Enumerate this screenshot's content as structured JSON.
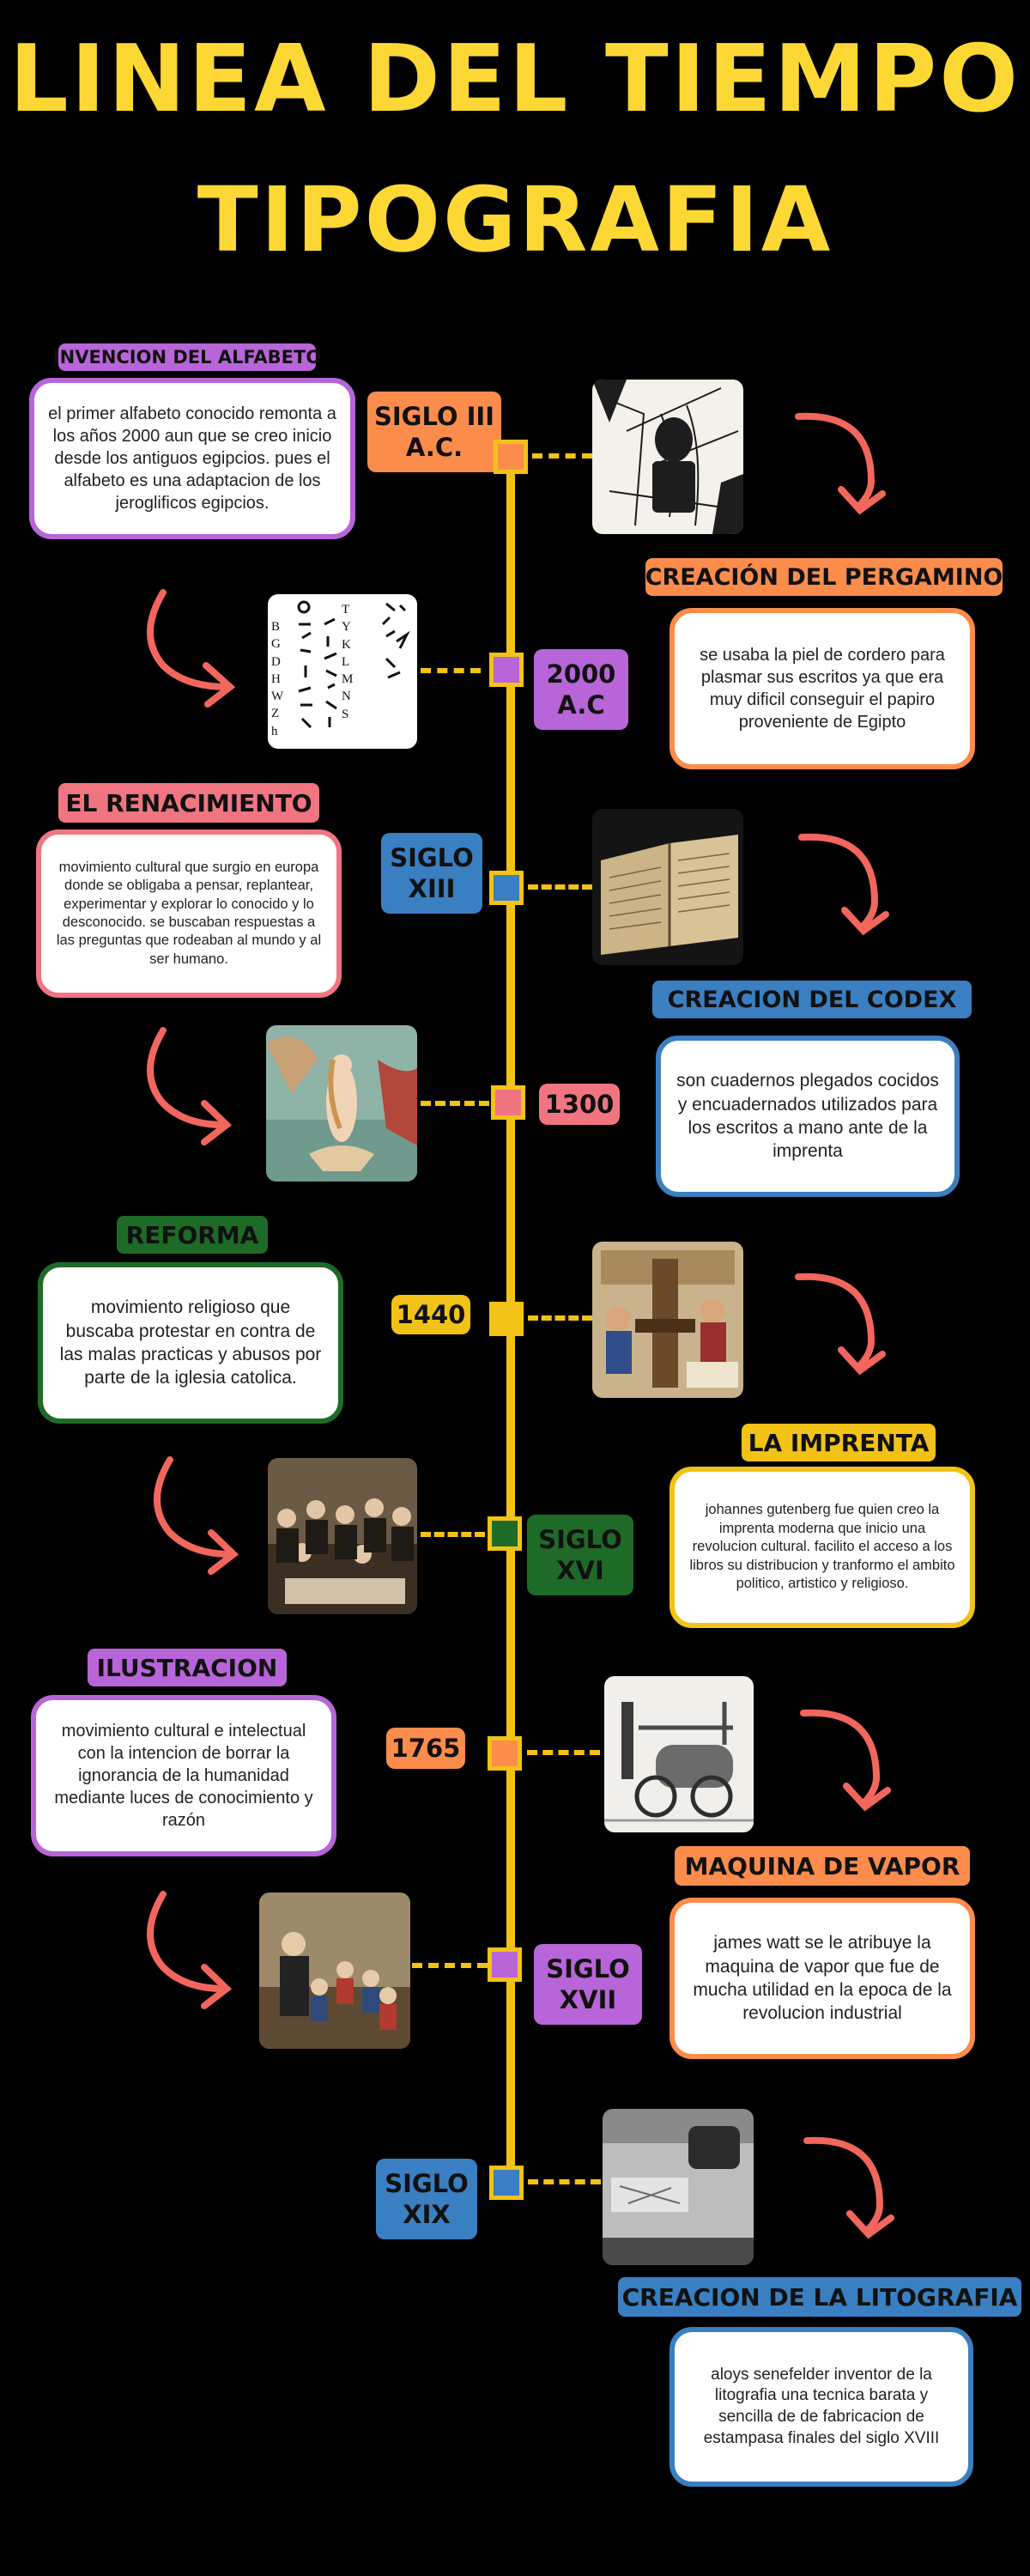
{
  "title": {
    "line1": "LINEA DEL TIEMPO",
    "line2": "TIPOGRAFIA"
  },
  "events": [
    {
      "date": "SIGLO III\nA.C.",
      "label": "INVENCION DEL ALFABETO",
      "text": "el primer alfabeto conocido remonta a los años 2000 aun que se creo inicio desde los antiguos egipcios. pues el alfabeto es una adaptacion de los jeroglificos egipcios."
    },
    {
      "date": "2000\nA.C",
      "label": "CREACIÓN DEL PERGAMINO",
      "text": "se usaba la piel de cordero para plasmar sus escritos ya que era muy dificil conseguir el papiro proveniente de Egipto"
    },
    {
      "date": "SIGLO\nXIII",
      "label": "EL RENACIMIENTO",
      "text": "movimiento cultural que surgio en europa donde se obligaba a pensar, replantear, experimentar y explorar lo conocido y lo desconocido. se buscaban respuestas a las preguntas que rodeaban al mundo y al ser humano."
    },
    {
      "date": "1300",
      "label": "CREACION DEL CODEX",
      "text": "son cuadernos plegados cocidos\ny encuadernados utilizados para los escritos a mano ante de la imprenta"
    },
    {
      "date": "1440",
      "label": "REFORMA",
      "text": "movimiento religioso que buscaba protestar en contra de las malas practicas y abusos por parte de la iglesia catolica."
    },
    {
      "date": "SIGLO\nXVI",
      "label": "LA IMPRENTA",
      "text": "johannes gutenberg fue quien creo la imprenta moderna que inicio una revolucion cultural. facilito el acceso a los libros  su distribucion y tranformo el ambito politico, artistico y religioso."
    },
    {
      "date": "1765",
      "label": "ILUSTRACION",
      "text": "movimiento cultural e intelectual con la intencion de borrar la ignorancia de la humanidad mediante luces de conocimiento y razón"
    },
    {
      "date": "SIGLO\nXVII",
      "label": "MAQUINA DE VAPOR",
      "text": "james watt se le atribuye la maquina de vapor que fue de mucha utilidad en la epoca de la revolucion industrial"
    },
    {
      "date": "SIGLO\nXIX",
      "label": "CREACION DE LA LITOGRAFIA",
      "text": "aloys senefelder inventor de la litografia una tecnica barata y sencilla de de fabricacion de estampasa finales del siglo XVIII"
    }
  ],
  "alphabet_glyphs": {
    "col1": "B\nG\nD\nH\nW\nZ\nh",
    "col2": "T\nY\nK\nL\nM\nN\nS"
  },
  "colors": {
    "background": "#000000",
    "title": "#fdd835",
    "axis": "#f2c316",
    "orange": "#fb8c4c",
    "purple": "#b865d9",
    "blue": "#3a7fc1",
    "pink": "#f17581",
    "green": "#1e6b27",
    "yellow": "#f2c316",
    "arrow": "#f2665e"
  }
}
